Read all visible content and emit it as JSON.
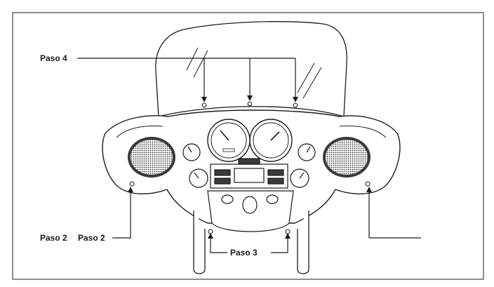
{
  "callouts": {
    "step4": "Paso 4",
    "step2_left": "Paso 2",
    "step2_right": "Paso 2",
    "step3": "Paso 3"
  },
  "colors": {
    "ink": "#1a1a1a",
    "frame": "#444444",
    "shade": "#e6e6e6",
    "speaker": "#3a3a3a"
  }
}
